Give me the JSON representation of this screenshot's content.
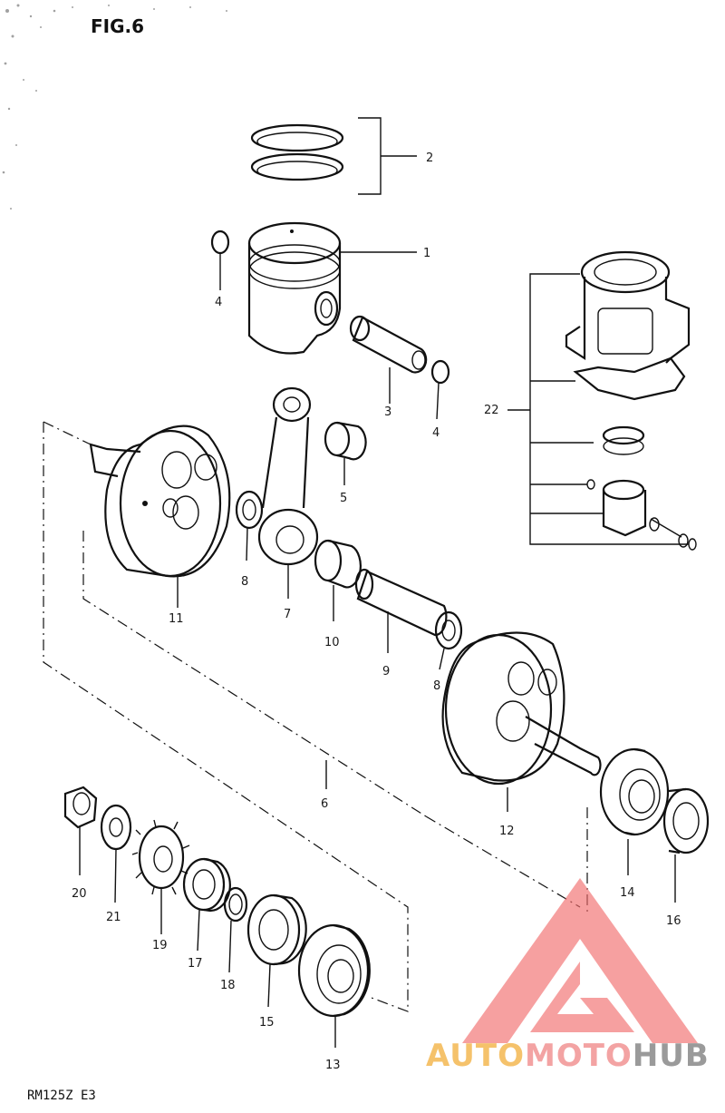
{
  "figure": {
    "title": "FIG.6",
    "model": "RM125Z  E3"
  },
  "callouts": [
    "1",
    "2",
    "3",
    "4",
    "4",
    "5",
    "6",
    "7",
    "8",
    "8",
    "9",
    "10",
    "11",
    "12",
    "13",
    "14",
    "15",
    "16",
    "17",
    "18",
    "19",
    "20",
    "21",
    "22"
  ],
  "watermark": {
    "text_a": "AUTO",
    "text_b": "MOTO",
    "text_c": "HUB",
    "colors": {
      "a": "#f5c26b",
      "b": "#f3a3a3",
      "c": "#9a9a9a",
      "logo": "#f26b6b"
    }
  }
}
